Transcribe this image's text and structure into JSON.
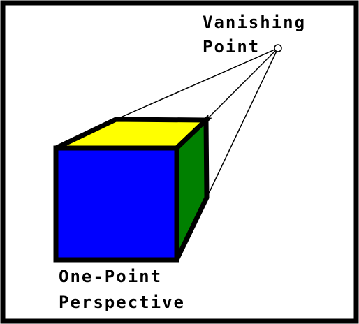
{
  "diagram": {
    "vanishing_point_label_line1": "Vanishing",
    "vanishing_point_label_line2": "Point",
    "caption_line1": "One-Point",
    "caption_line2": "Perspective"
  },
  "colors": {
    "front_face": "#0000ff",
    "top_face": "#ffff00",
    "side_face": "#008000",
    "outline": "#000000",
    "background": "#ffffff"
  }
}
